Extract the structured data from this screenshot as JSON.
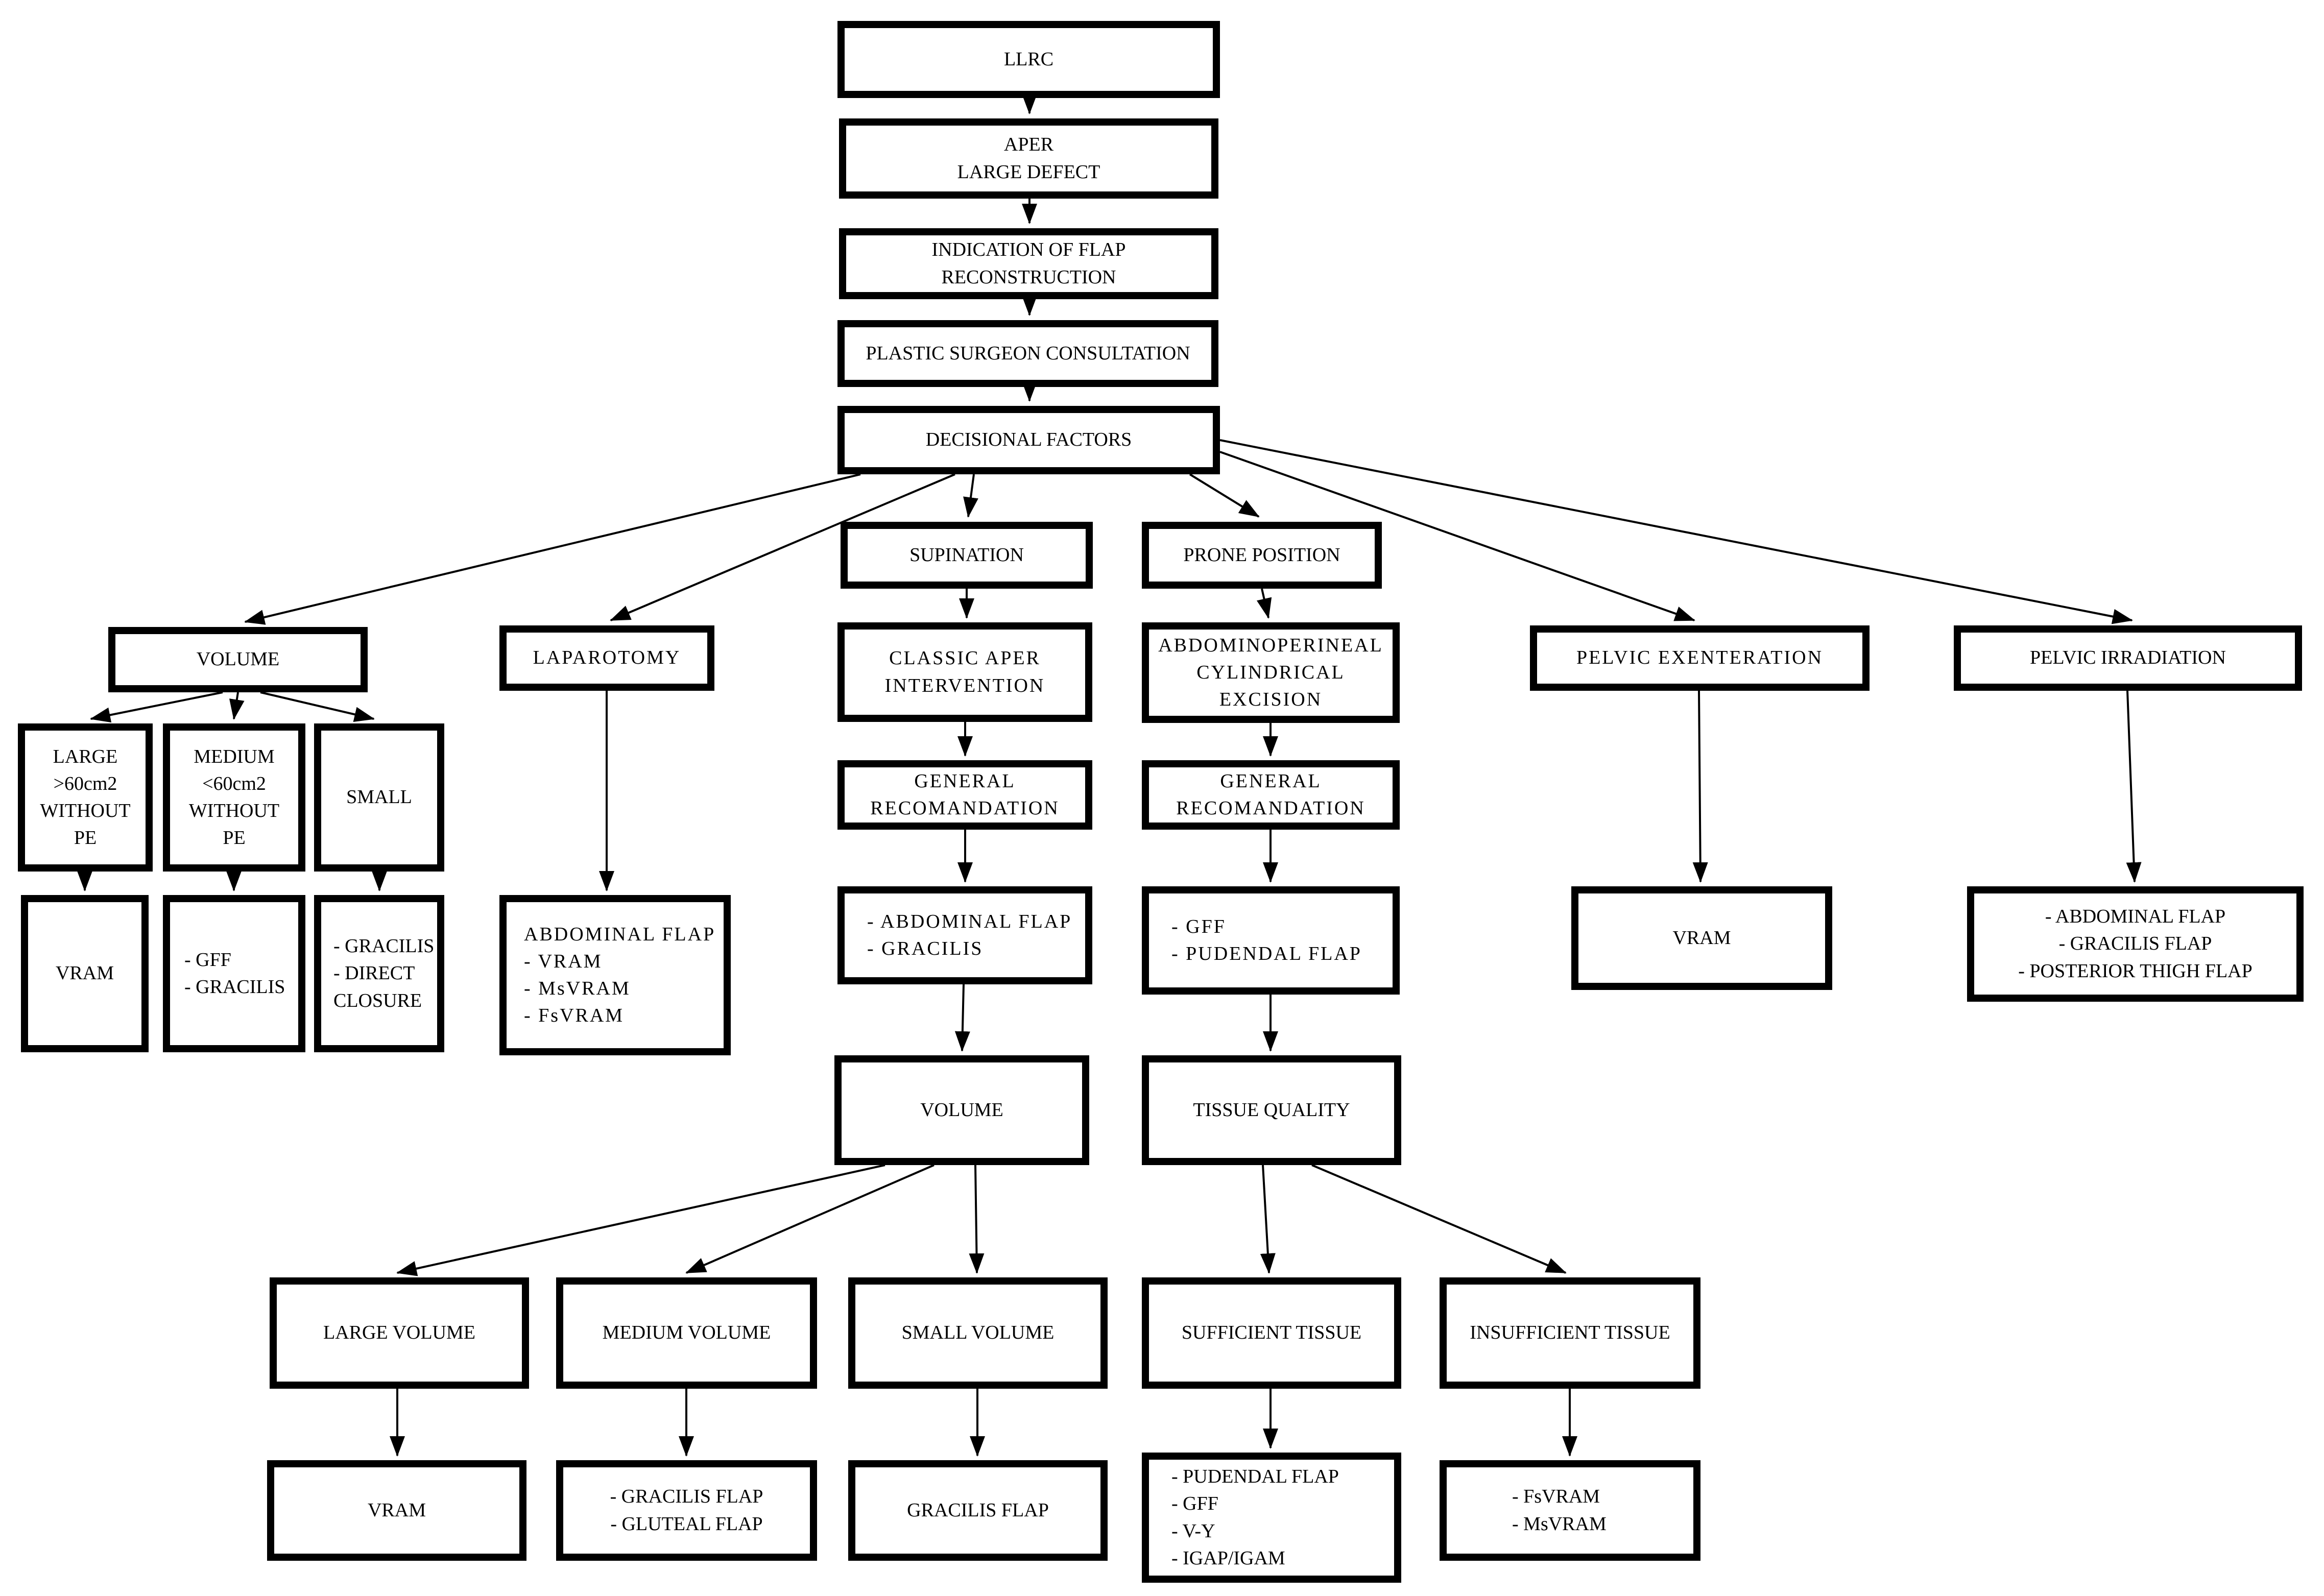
{
  "diagram": {
    "colors": {
      "ink": "#000000",
      "background": "#ffffff"
    },
    "nodes": {
      "llrc": "LLRC",
      "aper": "APER\nLARGE DEFECT",
      "indication": "INDICATION OF FLAP\nRECONSTRUCTION",
      "plastic": "PLASTIC SURGEON CONSULTATION",
      "decisional": "DECISIONAL FACTORS",
      "supination": "SUPINATION",
      "prone": "PRONE POSITION",
      "volume_left": "VOLUME",
      "laparotomy": "LAPAROTOMY",
      "classic_aper": "CLASSIC APER\nINTERVENTION",
      "abdo_cylindrical": "ABDOMINOPERINEAL\nCYLINDRICAL\nEXCISION",
      "pelvic_exenteration": "PELVIC EXENTERATION",
      "pelvic_irradiation": "PELVIC IRRADIATION",
      "large": "LARGE\n>60cm2\nWITHOUT\nPE",
      "medium": "MEDIUM\n<60cm2\nWITHOUT\nPE",
      "small": "SMALL",
      "general_rec_supination": "GENERAL\nRECOMANDATION",
      "general_rec_prone": "GENERAL\nRECOMANDATION",
      "vram_large": "VRAM",
      "gff_gracilis": "- GFF\n- GRACILIS",
      "gracilis_direct": "- GRACILIS\n- DIRECT\nCLOSURE",
      "abdominal_flap_list": "ABDOMINAL FLAP\n- VRAM\n- MsVRAM\n- FsVRAM",
      "abdominal_gracilis": "- ABDOMINAL FLAP\n- GRACILIS",
      "gff_pudendal": "- GFF\n- PUDENDAL FLAP",
      "vram_pelvic": "VRAM",
      "pelvic_irr_options": "- ABDOMINAL FLAP\n- GRACILIS FLAP\n- POSTERIOR THIGH FLAP",
      "volume_mid": "VOLUME",
      "tissue_quality": "TISSUE QUALITY",
      "large_volume": "LARGE VOLUME",
      "medium_volume": "MEDIUM VOLUME",
      "small_volume": "SMALL VOLUME",
      "sufficient_tissue": "SUFFICIENT TISSUE",
      "insufficient_tissue": "INSUFFICIENT TISSUE",
      "vram_bottom": "VRAM",
      "gracilis_gluteal": "- GRACILIS FLAP\n- GLUTEAL FLAP",
      "gracilis_flap": "GRACILIS FLAP",
      "sufficient_options": "- PUDENDAL FLAP\n- GFF\n- V-Y\n- IGAP/IGAM",
      "insufficient_options": "- FsVRAM\n- MsVRAM"
    }
  }
}
